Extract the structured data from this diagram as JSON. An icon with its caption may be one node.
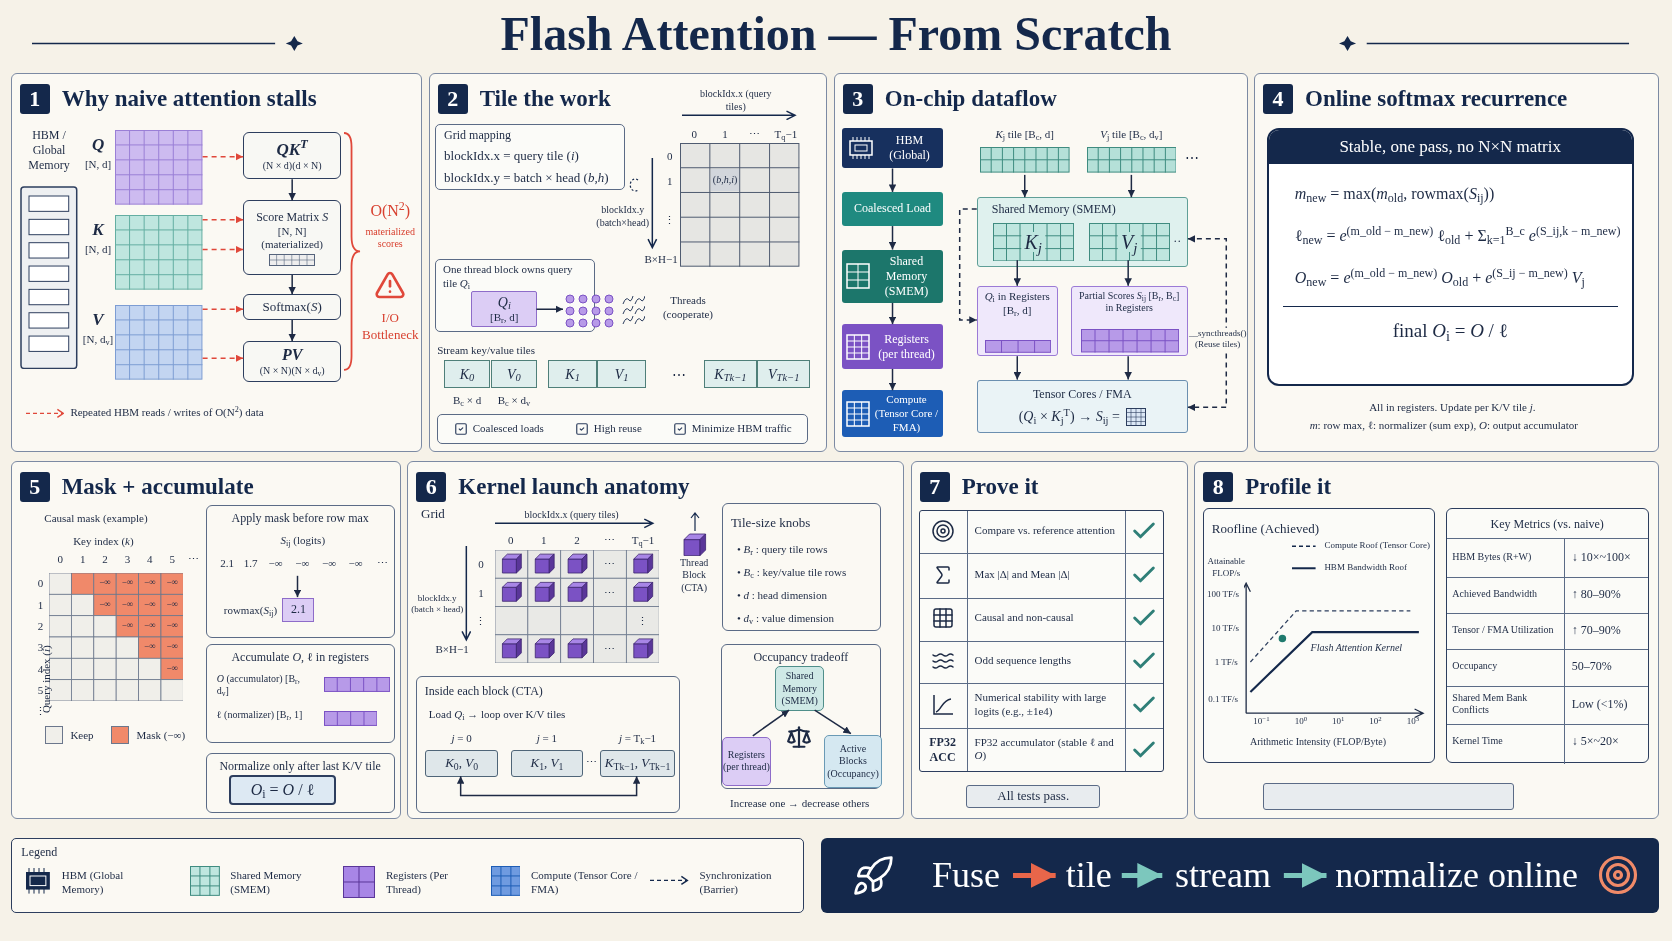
{
  "diagram": {
    "title": "Flash Attention — From Scratch",
    "nodes": [
      {
        "text": [
          "1",
          "Why naive attention stalls"
        ]
      },
      {
        "text": [
          "HBM / Global Memory"
        ],
        "in": 0
      },
      {
        "text": [
          "Q",
          "[N, d]"
        ],
        "in": 0
      },
      {
        "text": [
          "K",
          "[N, d]"
        ],
        "in": 0
      },
      {
        "text": [
          "V",
          "[N, d$_{v}$]"
        ],
        "in": 0
      },
      {
        "text": [
          "QK$^{T}$",
          "(N × d)(d × N)"
        ],
        "in": 0
      },
      {
        "text": [
          "Score Matrix *S*",
          "[N, N]",
          "(materialized)"
        ],
        "in": 0
      },
      {
        "text": [
          "Softmax(*S*)"
        ],
        "in": 0
      },
      {
        "text": [
          "PV",
          "(N × N)(N × d$_{v}$)"
        ],
        "in": 0
      },
      {
        "text": [
          "2",
          "Tile the work"
        ]
      },
      {
        "text": [
          "Grid mapping",
          "blockIdx.x = query tile (*i*)",
          "blockIdx.y = batch × head (*b*,*h*)"
        ],
        "in": 9
      },
      {
        "text": [
          "(*b*,*h*,*i*)"
        ],
        "in": 9
      },
      {
        "text": [
          "One thread block owns query tile *Q*$_{i}$"
        ],
        "in": 9
      },
      {
        "text": [
          "Q$_{i}$",
          "[B$_{r}$, d]"
        ],
        "in": 12
      },
      {
        "text": [
          "Threads (cooperate)"
        ],
        "in": 9
      },
      {
        "text": [
          "K$_{0}$"
        ],
        "beside": [
          "B$_{c}$ × d"
        ],
        "in": 9
      },
      {
        "text": [
          "V$_{0}$"
        ],
        "beside": [
          "B$_{c}$ × d$_{v}$"
        ],
        "in": 9
      },
      {
        "text": [
          "K$_{1}$"
        ],
        "in": 9
      },
      {
        "text": [
          "V$_{1}$"
        ],
        "in": 9
      },
      {
        "text": [
          "K$_{Tk−1}$"
        ],
        "in": 9
      },
      {
        "text": [
          "V$_{Tk−1}$"
        ],
        "in": 9
      },
      {
        "text": [
          "Coalesced loads",
          "High reuse",
          "Minimize HBM traffic"
        ],
        "in": 9
      },
      {
        "text": [
          "3",
          "On-chip dataflow"
        ]
      },
      {
        "text": [
          "HBM (Global)"
        ],
        "in": 22
      },
      {
        "text": [
          "Coalesced Load"
        ],
        "in": 22
      },
      {
        "text": [
          "Shared Memory (SMEM)"
        ],
        "in": 22
      },
      {
        "text": [
          "Registers (per thread)"
        ],
        "in": 22
      },
      {
        "text": [
          "Compute (Tensor Core / FMA)"
        ],
        "in": 22
      },
      {
        "text": [
          "*K*$_{j}$ tile [B$_{c}$, d]"
        ],
        "in": 22
      },
      {
        "text": [
          "*V*$_{j}$ tile [B$_{c}$, d$_{v}$]"
        ],
        "in": 22
      },
      {
        "text": [
          "Shared Memory (SMEM)"
        ],
        "in": 22
      },
      {
        "text": [
          "K$_{j}$"
        ],
        "in": 30
      },
      {
        "text": [
          "V$_{j}$"
        ],
        "in": 30
      },
      {
        "text": [
          "*Q*$_{i}$ in Registers",
          "[B$_{r}$, d]"
        ],
        "in": 22
      },
      {
        "text": [
          "Partial Scores *S*$_{ij}$ [B$_{r}$, B$_{c}$] in Registers"
        ],
        "in": 22
      },
      {
        "text": [
          "Tensor Cores / FMA",
          "(*Q*$_{i}$ × *K*$_{j}$$^{T}$) → *S*$_{ij}$ ="
        ],
        "in": 22
      },
      {
        "text": [
          "4",
          "Online softmax recurrence"
        ]
      },
      {
        "text": [
          "Stable, one pass, no N×N matrix",
          "*m*$_{new}$ = max(*m*$_{old}$, rowmax(*S*$_{ij}$))",
          "ℓ$_{new}$ = *e*$^{(m_old − m_new)}$ ℓ$_{old}$ + Σ$_{k=1}$$^{B_c}$ *e*$^{(S_ij,k − m_new)}$",
          "*O*$_{new}$ = *e*$^{(m_old − m_new)}$ *O*$_{old}$ + *e*$^{(S_ij − m_new)}$ *V*$_{j}$",
          "final *O*$_{i}$ = *O* / ℓ"
        ],
        "in": 36
      },
      {
        "text": [
          "5",
          "Mask + accumulate"
        ]
      },
      {
        "text": [
          "Apply mask before row max"
        ],
        "in": 38
      },
      {
        "text": [
          "*S*$_{ij}$ (logits)"
        ],
        "in": 39
      },
      {
        "text": [
          "2.1"
        ],
        "beside": [
          "rowmax(*S*$_{ij}$)"
        ],
        "in": 39
      },
      {
        "text": [
          "Accumulate *O*, ℓ in registers",
          "*O* (accumulator) [B$_{r}$, d$_{v}$]",
          "ℓ (normalizer) [B$_{r}$, 1]"
        ],
        "in": 38
      },
      {
        "text": [
          "Normalize only after last K/V tile"
        ],
        "in": 38
      },
      {
        "text": [
          "*O*$_{i}$ = *O* / ℓ"
        ],
        "in": 43
      },
      {
        "text": [
          "6",
          "Kernel launch anatomy"
        ]
      },
      {
        "text": [
          "Tile-size knobs",
          "• *B*$_{r}$ : query tile rows",
          "• *B*$_{c}$ : key/value tile rows",
          "• *d* : head dimension",
          "• *d*$_{v}$ : value dimension"
        ],
        "in": 45
      },
      {
        "text": [
          "Inside each block (CTA)",
          "Load *Q*$_{i}$ → loop over K/V tiles"
        ],
        "in": 45
      },
      {
        "text": [
          "*K*$_{0}$, *V*$_{0}$"
        ],
        "beside": [
          "*j* = 0"
        ],
        "in": 47
      },
      {
        "text": [
          "*K*$_{1}$, *V*$_{1}$"
        ],
        "beside": [
          "*j* = 1"
        ],
        "in": 47
      },
      {
        "text": [
          "*K*$_{Tk−1}$, *V*$_{Tk−1}$"
        ],
        "beside": [
          "*j* = T$_{k}$−1"
        ],
        "in": 47
      },
      {
        "text": [
          "Occupancy tradeoff"
        ],
        "in": 45
      },
      {
        "text": [
          "Shared Memory (SMEM)"
        ],
        "in": 51
      },
      {
        "text": [
          "Registers (per thread)"
        ],
        "in": 51
      },
      {
        "text": [
          "Active Blocks (Occupancy)"
        ],
        "in": 51
      },
      {
        "text": [
          "7",
          "Prove it"
        ]
      },
      {
        "text": [
          "All tests pass."
        ],
        "in": 55
      },
      {
        "text": [
          "8",
          "Profile it"
        ]
      },
      {
        "text": [
          "Roofline (Achieved)"
        ],
        "in": 57
      },
      {
        "text": [
          "Key Metrics (vs. naive)"
        ],
        "in": 57
      },
      {
        "text": [],
        "shape": "box",
        "in": 57
      },
      {
        "text": [],
        "shape": "box"
      },
      {
        "text": [
          "Fuse"
        ],
        "in": 61
      },
      {
        "text": [
          "tile"
        ],
        "in": 61
      },
      {
        "text": [
          "stream"
        ],
        "in": 61
      },
      {
        "text": [
          "normalize online"
        ],
        "in": 61
      },
      {
        "text": [],
        "shape": "box",
        "in": 55
      }
    ],
    "edges": [
      {
        "from": 2,
        "to": 5,
        "arrow": "to",
        "style": "dashed",
        "color": "#e0483a"
      },
      {
        "from": 3,
        "to": 6,
        "arrow": "to",
        "style": "dashed",
        "color": "#e0483a"
      },
      {
        "from": 3,
        "to": 6,
        "arrow": "to",
        "style": "dashed",
        "color": "#e0483a"
      },
      {
        "from": 4,
        "to": 7,
        "arrow": "to",
        "style": "dashed",
        "color": "#e0483a"
      },
      {
        "from": 4,
        "to": 8,
        "arrow": "to",
        "style": "dashed",
        "color": "#e0483a"
      },
      {
        "from": 5,
        "to": 6,
        "arrow": "to"
      },
      {
        "from": 6,
        "to": 7,
        "arrow": "to"
      },
      {
        "from": 7,
        "to": 8,
        "arrow": "to"
      },
      {
        "from": 13,
        "to": 14,
        "arrow": "to"
      },
      {
        "from": 23,
        "to": 24,
        "arrow": "to"
      },
      {
        "from": 24,
        "to": 25,
        "arrow": "to"
      },
      {
        "from": 25,
        "to": 26,
        "arrow": "to"
      },
      {
        "from": 26,
        "to": 27,
        "arrow": "to"
      },
      {
        "from": 28,
        "to": 30,
        "arrow": "to"
      },
      {
        "from": 29,
        "to": 30,
        "arrow": "to"
      },
      {
        "from": 31,
        "to": 33,
        "arrow": "to"
      },
      {
        "from": 32,
        "to": 34,
        "arrow": "to"
      },
      {
        "from": 33,
        "to": 35,
        "arrow": "to"
      },
      {
        "from": 34,
        "to": 35,
        "arrow": "to"
      },
      {
        "from": 30,
        "to": 33,
        "arrow": "to",
        "style": "dashed"
      },
      {
        "from": 30,
        "to": 35,
        "arrow": "both",
        "style": "dashed",
        "label": "__syncthreads() (Reuse tiles)"
      },
      {
        "from": 40,
        "to": 41,
        "arrow": "to"
      },
      {
        "from": 50,
        "to": 48,
        "arrow": "both"
      },
      {
        "from": 53,
        "to": 52,
        "arrow": "to"
      },
      {
        "from": 52,
        "to": 54,
        "arrow": "to"
      },
      {
        "from": 62,
        "to": 63,
        "arrow": "to",
        "style": "thick",
        "color": "#e8664a"
      },
      {
        "from": 63,
        "to": 64,
        "arrow": "to",
        "style": "thick",
        "color": "#7cc7bd"
      },
      {
        "from": 64,
        "to": 65,
        "arrow": "to",
        "style": "thick",
        "color": "#7cc7bd"
      }
    ],
    "labels": [
      "O(N$^{2}$)",
      "materialized scores",
      "I/O Bottleneck",
      "blockIdx.x (query tiles)",
      "0",
      "1",
      "⋯",
      "T$_{q}$−1",
      "0",
      "1",
      "⋮",
      "B×H−1",
      "blockIdx.y (batch×head)",
      "Stream key/value tiles",
      "⋯",
      "⋯",
      "··",
      "All in registers. Update per K/V tile *j*.",
      "*m*: row max,  ℓ: normalizer (sum exp),  *O*: output accumulator",
      "Causal mask (example)",
      "Key index (*k*)",
      "0",
      "1",
      "2",
      "3",
      "4",
      "5",
      "⋯",
      "Query index (*i*)",
      "0",
      "1",
      "2",
      "3",
      "4",
      "5",
      "⋮",
      "−∞",
      "−∞",
      "−∞",
      "−∞",
      "−∞",
      "−∞",
      "−∞",
      "−∞",
      "−∞",
      "−∞",
      "−∞",
      "−∞",
      "−∞",
      "−∞",
      "2.1",
      "1.7",
      "−∞",
      "−∞",
      "−∞",
      "−∞",
      "⋯",
      "Grid",
      "blockIdx.x (query tiles)",
      "0",
      "1",
      "2",
      "⋯",
      "T$_{q}$−1",
      "0",
      "1",
      "⋮",
      "B×H−1",
      "blockIdx.y (batch × head)",
      "⋯",
      "⋯",
      "⋮",
      "⋯",
      "Thread Block (CTA)",
      "⋯",
      "Increase one → decrease others",
      "Compare vs. reference attention",
      "Max |Δ| and Mean |Δ|",
      "Causal and non-causal",
      "Odd sequence lengths",
      "Numerical stability with large logits (e.g., ±1e4)",
      "FP32 ACC",
      "FP32 accumulator (stable ℓ and *O*)",
      "Attainable FLOP/s",
      "100 TF/s",
      "10 TF/s",
      "1 TF/s",
      "0.1 TF/s",
      "Flash Attention Kernel",
      "10$^{−1}$",
      "10$^{0}$",
      "10$^{1}$",
      "10$^{2}$",
      "10$^{3}$",
      "Arithmetic Intensity (FLOP/Byte)",
      "HBM Bytes (R+W)",
      "↓ 10×~100×",
      "Achieved Bandwidth",
      "↑ 80–90%",
      "Tensor / FMA Utilization",
      "↑ 70–90%",
      "Occupancy",
      "50–70%",
      "Shared Mem Bank Conflicts",
      "Low (<1%)",
      "Kernel Time",
      "↓ 5×~20×",
      "Legend"
    ],
    "legend": [
      {
        "text": "Repeated HBM reads / writes of O(N$^{2}$) data"
      },
      {
        "text": "Keep",
        "color": "#f0efea"
      },
      {
        "text": "Mask (−∞)",
        "color": "#f0896a"
      },
      {
        "text": "Compute Roof (Tensor Core)"
      },
      {
        "text": "HBM Bandwidth Roof"
      },
      {
        "text": "HBM (Global Memory)"
      },
      {
        "text": "Shared Memory (SMEM)"
      },
      {
        "text": "Registers (Per Thread)"
      },
      {
        "text": "Compute (Tensor Core / FMA)"
      },
      {
        "text": "Synchronization (Barrier)"
      }
    ]
  }
}
